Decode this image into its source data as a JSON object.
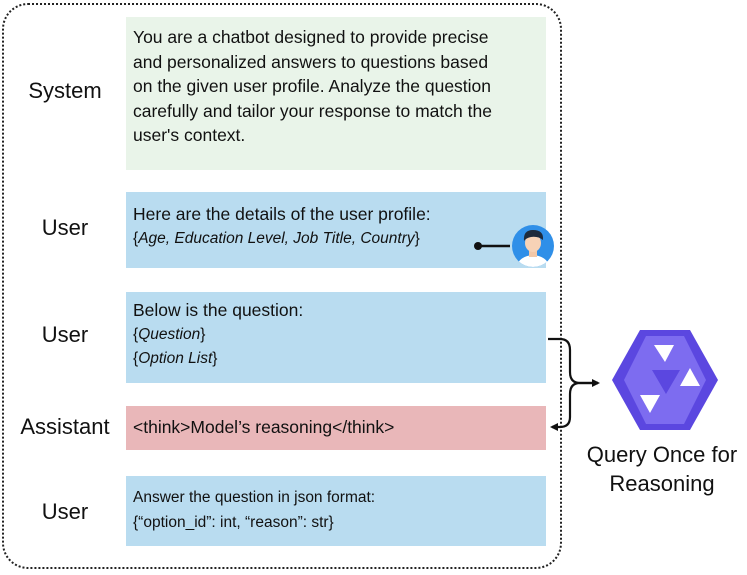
{
  "roles": {
    "system": "System",
    "user1": "User",
    "user2": "User",
    "assistant": "Assistant",
    "user3": "User"
  },
  "system_box": {
    "lines": [
      "You are a chatbot designed to provide precise",
      "and personalized answers to questions based",
      "on the given user profile. Analyze the question",
      "carefully and tailor your response to match the",
      "user's context."
    ]
  },
  "profile_box": {
    "line1": "Here are the details of the user profile:",
    "brace_open": "{",
    "fields": "Age, Education Level, Job Title, Country",
    "brace_close": "}"
  },
  "question_box": {
    "line1": "Below is the question:",
    "q_open": "{",
    "question": "Question",
    "q_close": "}",
    "o_open": "{",
    "options": "Option List",
    "o_close": "}"
  },
  "assistant_box": {
    "text": "<think>Model’s reasoning</think>"
  },
  "answer_box": {
    "line1": "Answer the question in json format:",
    "line2": "{“option_id”: int, “reason”: str}"
  },
  "model_caption": {
    "line1": "Query Once for",
    "line2": "Reasoning"
  },
  "icons": {
    "user_avatar": "user-avatar-icon",
    "model_logo": "qwen-logo-icon"
  },
  "colors": {
    "system_bg": "#e9f4e9",
    "user_bg": "#b9dcf0",
    "assistant_bg": "#e9b7b9",
    "logo_primary": "#5b47e0",
    "avatar_bg": "#2f8fe8"
  }
}
